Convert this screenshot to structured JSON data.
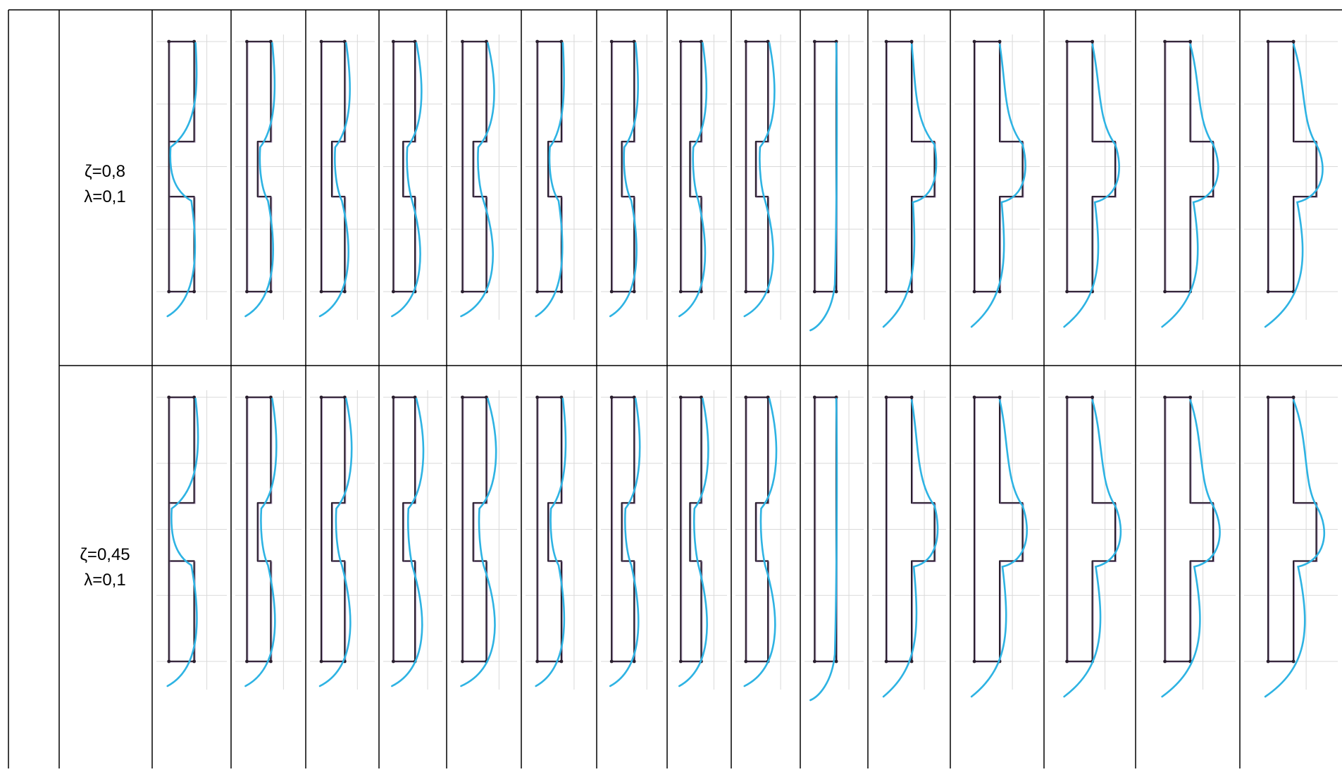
{
  "colors": {
    "border": "#000000",
    "frame": "#2a1f2e",
    "frame_tint": "#7b5b8e",
    "curve": "#2eb3e3",
    "grid": "#d9d9d9",
    "background": "#ffffff"
  },
  "rows": [
    {
      "zeta_label": "ζ=0,8",
      "lambda_label": "λ=0,1",
      "sketch_count": 15
    },
    {
      "zeta_label": "ζ=0,45",
      "lambda_label": "λ=0,1",
      "sketch_count": 15
    }
  ]
}
